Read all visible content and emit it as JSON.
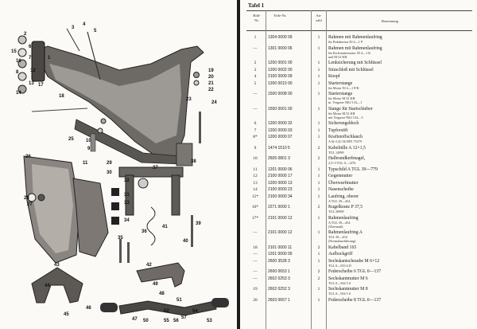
{
  "right_page": {
    "title": "Tafel 1",
    "headers": {
      "bild": "Bild-\nNr.",
      "teil": "Teile-Nr.",
      "anz": "An-\nzahl",
      "ben": "Benennung"
    },
    "rows": [
      {
        "bild": "1",
        "teil": "1304 0000 09",
        "anz": "1",
        "ben": "Rahmen mit Rahmenlaufring",
        "sub": "für Pedalmotor 50 4—1 P"
      },
      {
        "bild": "—",
        "teil": "1301 0000 06",
        "anz": "1",
        "ben": "Rahmen mit Rahmenlaufring",
        "sub": "für Kickstartermotor 50 4—1 K\nund M 52 KH"
      },
      {
        "bild": "2",
        "teil": "1200 0001 00",
        "anz": "1",
        "ben": "Lenksicherung mit Schlüssel",
        "sub": ""
      },
      {
        "bild": "3",
        "teil": "1200 0002 00",
        "anz": "1",
        "ben": "Sitzschloß mit Schlüssel",
        "sub": ""
      },
      {
        "bild": "4",
        "teil": "2100 0009 09",
        "anz": "1",
        "ben": "Knopf",
        "sub": ""
      },
      {
        "bild": "5",
        "teil": "1200 0010 00",
        "anz": "1",
        "ben": "Starterstange",
        "sub": "für Motor 50 4—1 P/K"
      },
      {
        "bild": "—",
        "teil": "1500 0008 00",
        "anz": "1",
        "ben": "Starterstange",
        "sub": "für Motor M 52 KH\nm. Vergaser NKJ 134—1"
      },
      {
        "bild": "—",
        "teil": "1500 0001 00",
        "anz": "1",
        "ben": "Stange für Startschieber",
        "sub": "für Motor M 52 KH\nmit Vergaser NKJ 134—3"
      },
      {
        "bild": "6",
        "teil": "1200 0000 32",
        "anz": "1",
        "ben": "Sicherungsblech",
        "sub": ""
      },
      {
        "bild": "7",
        "teil": "1200 0000 03",
        "anz": "1",
        "ben": "Tupferstift",
        "sub": ""
      },
      {
        "bild": "8*",
        "teil": "1200 0000 07",
        "anz": "1",
        "ben": "Kraftstoffschlauch",
        "sub": "A 6(×12)×56 DIN 73379"
      },
      {
        "bild": "9",
        "teil": "1474 1510 5",
        "anz": "2",
        "ben": "Kabeltülle A 12×1,5",
        "sub": "TGL 14999"
      },
      {
        "bild": "10",
        "teil": "2605 0801 3",
        "anz": "2",
        "ben": "Halbrundkerbnagel,",
        "sub": "2,5×3 TGL 0—1476"
      },
      {
        "bild": "11",
        "teil": "1201 0000 06",
        "anz": "1",
        "ben": "Typschild A TGL 39—779",
        "sub": ""
      },
      {
        "bild": "12",
        "teil": "2100 0000 17",
        "anz": "1",
        "ben": "Gegenmutter",
        "sub": ""
      },
      {
        "bild": "13",
        "teil": "1200 0000 13",
        "anz": "1",
        "ben": "Überwurfmutter",
        "sub": ""
      },
      {
        "bild": "14",
        "teil": "2100 0000 23",
        "anz": "1",
        "ben": "Nasenscheibe",
        "sub": ""
      },
      {
        "bild": "15*",
        "teil": "2100 0000 34",
        "anz": "1",
        "ben": "Laufring, oberer",
        "sub": "A TGL 39—454"
      },
      {
        "bild": "16*",
        "teil": "2271 0000 1",
        "anz": "2",
        "ben": "Kugelkranz P 37,5",
        "sub": "TGL 20909"
      },
      {
        "bild": "17*",
        "teil": "2101 0000 12",
        "anz": "1",
        "ben": "Rahmenlaufring",
        "sub": "A TGL 39—454\n(Übermaß)"
      },
      {
        "bild": "—",
        "teil": "2101 0000 12",
        "anz": "1",
        "ben": "Rahmenlaufring A",
        "sub": "TGL 39—454\n(Normalausführung)"
      },
      {
        "bild": "18",
        "teil": "2101 0000 11",
        "anz": "2",
        "ben": "Kabelband 165",
        "sub": ""
      },
      {
        "bild": "—",
        "teil": "1201 0000 05",
        "anz": "1",
        "ben": "Aufbockgriff",
        "sub": ""
      },
      {
        "bild": "—",
        "teil": "2600 3528 3",
        "anz": "1",
        "ben": "Sechskantschraube M 6×12",
        "sub": "TGL 0—933 6 D"
      },
      {
        "bild": "—",
        "teil": "2600 0653 1",
        "anz": "2",
        "ben": "Federscheibe 6 TGL 0—137",
        "sub": ""
      },
      {
        "bild": "—",
        "teil": "2602 0253 3",
        "anz": "2",
        "ben": "Sechskantmutter M 6",
        "sub": "TGL 0—934 5 S"
      },
      {
        "bild": "19",
        "teil": "2602 0252 3",
        "anz": "1",
        "ben": "Sechskantmutter M 8",
        "sub": "TGL 0—934 5 S"
      },
      {
        "bild": "20",
        "teil": "2603 0657 1",
        "anz": "1",
        "ben": "Federscheibe 8 TGL 0—137",
        "sub": ""
      }
    ]
  },
  "left_page": {
    "diagram_name": "exploded-frame-diagram",
    "callouts": [
      "1",
      "2",
      "3",
      "4",
      "5",
      "6",
      "7",
      "8",
      "9",
      "10",
      "11",
      "12",
      "13",
      "14",
      "15",
      "16",
      "17",
      "18",
      "19",
      "20",
      "21",
      "22",
      "23",
      "24",
      "25",
      "26",
      "27",
      "28",
      "29",
      "30",
      "31",
      "32",
      "33",
      "34",
      "35",
      "36",
      "37",
      "38",
      "39",
      "40",
      "41",
      "42",
      "43",
      "44",
      "45",
      "46",
      "47",
      "48",
      "49",
      "50",
      "51",
      "52",
      "53",
      "54",
      "55",
      "56",
      "57"
    ]
  }
}
